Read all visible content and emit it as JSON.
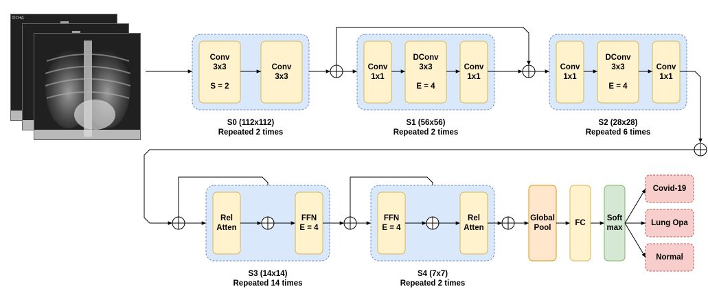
{
  "input": {
    "xray_tag": "DCHA"
  },
  "stages": {
    "s0": {
      "caption_line1": "S0 (112x112)",
      "caption_line2": "Repeated 2 times",
      "block1": [
        "Conv",
        "3x3",
        "",
        "S = 2"
      ],
      "block2": [
        "Conv",
        "3x3"
      ]
    },
    "s1": {
      "caption_line1": "S1 (56x56)",
      "caption_line2": "Repeated 2 times",
      "block1": [
        "Conv",
        "1x1"
      ],
      "block2": [
        "DConv",
        "3x3",
        "",
        "E = 4"
      ],
      "block3": [
        "Conv",
        "1x1"
      ]
    },
    "s2": {
      "caption_line1": "S2 (28x28)",
      "caption_line2": "Repeated 6 times",
      "block1": [
        "Conv",
        "1x1"
      ],
      "block2": [
        "DConv",
        "3x3",
        "",
        "E = 4"
      ],
      "block3": [
        "Conv",
        "1x1"
      ]
    },
    "s3": {
      "caption_line1": "S3 (14x14)",
      "caption_line2": "Repeated 14 times",
      "block1": [
        "Rel",
        "Atten"
      ],
      "block2": [
        "FFN",
        "E = 4"
      ]
    },
    "s4": {
      "caption_line1": "S4 (7x7)",
      "caption_line2": "Repeated 2 times",
      "block1": [
        "FFN",
        "E = 4"
      ],
      "block2": [
        "Rel",
        "Atten"
      ]
    }
  },
  "head": {
    "global_pool": [
      "Global",
      "Pool"
    ],
    "fc": [
      "FC"
    ],
    "softmax": [
      "Soft",
      "max"
    ]
  },
  "outputs": [
    "Covid-19",
    "Lung Opa",
    "Normal"
  ],
  "colors": {
    "stage_fill": "#dae8fc",
    "stage_border": "#6c8ebf",
    "block_fill": "#fff2cc",
    "block_border": "#d6b656",
    "pool_fill": "#ffe6cc",
    "pool_border": "#d79b00",
    "fc_fill": "#fff2cc",
    "fc_border": "#d6b656",
    "softmax_fill": "#d5e8d4",
    "softmax_border": "#82b366",
    "output_fill": "#f8cecc",
    "output_border": "#b85450"
  }
}
